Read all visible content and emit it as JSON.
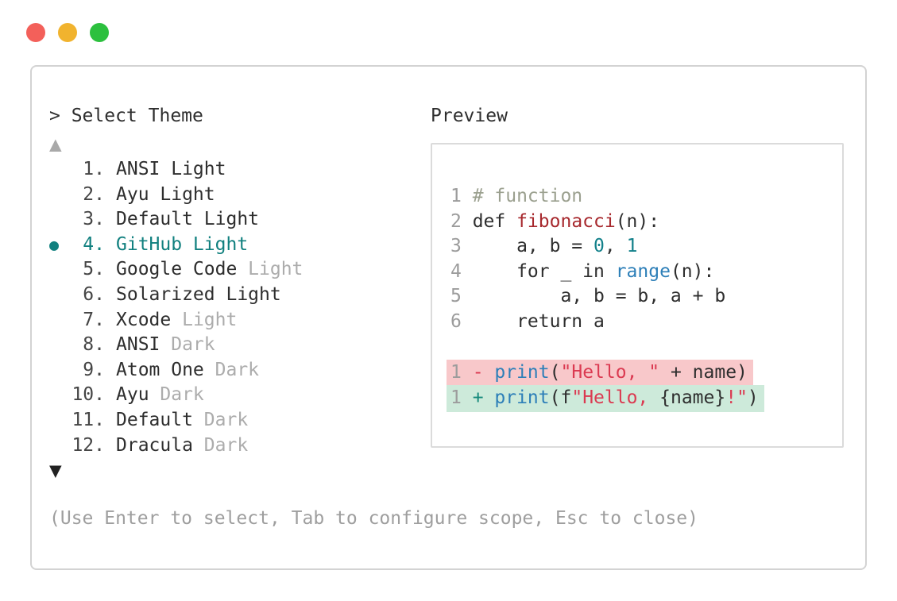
{
  "window_controls": {
    "lights": [
      {
        "name": "close",
        "color": "#f3605a"
      },
      {
        "name": "minimize",
        "color": "#f1b32e"
      },
      {
        "name": "zoom",
        "color": "#2cc03e"
      }
    ]
  },
  "selector": {
    "title": "> Select Theme",
    "scroll_up_symbol": "▲",
    "scroll_down_symbol": "▼",
    "selected_marker": "●",
    "items": [
      {
        "number": "1.",
        "selected": false,
        "segments": [
          {
            "text": "ANSI Light",
            "style": "normal"
          }
        ]
      },
      {
        "number": "2.",
        "selected": false,
        "segments": [
          {
            "text": "Ayu Light",
            "style": "normal"
          }
        ]
      },
      {
        "number": "3.",
        "selected": false,
        "segments": [
          {
            "text": "Default Light",
            "style": "normal"
          }
        ]
      },
      {
        "number": "4.",
        "selected": true,
        "segments": [
          {
            "text": "GitHub Light",
            "style": "selected"
          }
        ]
      },
      {
        "number": "5.",
        "selected": false,
        "segments": [
          {
            "text": "Google Code ",
            "style": "normal"
          },
          {
            "text": "Light",
            "style": "dim"
          }
        ]
      },
      {
        "number": "6.",
        "selected": false,
        "segments": [
          {
            "text": "Solarized Light",
            "style": "normal"
          }
        ]
      },
      {
        "number": "7.",
        "selected": false,
        "segments": [
          {
            "text": "Xcode ",
            "style": "normal"
          },
          {
            "text": "Light",
            "style": "dim"
          }
        ]
      },
      {
        "number": "8.",
        "selected": false,
        "segments": [
          {
            "text": "ANSI ",
            "style": "normal"
          },
          {
            "text": "Dark",
            "style": "dim"
          }
        ]
      },
      {
        "number": "9.",
        "selected": false,
        "segments": [
          {
            "text": "Atom One ",
            "style": "normal"
          },
          {
            "text": "Dark",
            "style": "dim"
          }
        ]
      },
      {
        "number": "10.",
        "selected": false,
        "segments": [
          {
            "text": "Ayu ",
            "style": "normal"
          },
          {
            "text": "Dark",
            "style": "dim"
          }
        ]
      },
      {
        "number": "11.",
        "selected": false,
        "segments": [
          {
            "text": "Default ",
            "style": "normal"
          },
          {
            "text": "Dark",
            "style": "dim"
          }
        ]
      },
      {
        "number": "12.",
        "selected": false,
        "segments": [
          {
            "text": "Dracula ",
            "style": "normal"
          },
          {
            "text": "Dark",
            "style": "dim"
          }
        ]
      }
    ],
    "footer": "(Use Enter to select, Tab to configure scope, Esc to close)"
  },
  "preview": {
    "label": "Preview",
    "code_lines": [
      {
        "num": "1",
        "bg": null,
        "segments": [
          {
            "text": "# function",
            "style": "comment"
          }
        ]
      },
      {
        "num": "2",
        "bg": null,
        "segments": [
          {
            "text": "def ",
            "style": "plain"
          },
          {
            "text": "fibonacci",
            "style": "func"
          },
          {
            "text": "(n):",
            "style": "plain"
          }
        ]
      },
      {
        "num": "3",
        "bg": null,
        "segments": [
          {
            "text": "    a, b = ",
            "style": "plain"
          },
          {
            "text": "0",
            "style": "number"
          },
          {
            "text": ", ",
            "style": "plain"
          },
          {
            "text": "1",
            "style": "number"
          }
        ]
      },
      {
        "num": "4",
        "bg": null,
        "segments": [
          {
            "text": "    for _ in ",
            "style": "plain"
          },
          {
            "text": "range",
            "style": "builtin"
          },
          {
            "text": "(n):",
            "style": "plain"
          }
        ]
      },
      {
        "num": "5",
        "bg": null,
        "segments": [
          {
            "text": "        a, b = b, a + b",
            "style": "plain"
          }
        ]
      },
      {
        "num": "6",
        "bg": null,
        "segments": [
          {
            "text": "    return a",
            "style": "plain"
          }
        ]
      },
      {
        "num": "",
        "bg": null,
        "segments": []
      },
      {
        "num": "1",
        "bg": "removed",
        "segments": [
          {
            "text": "- ",
            "style": "removed"
          },
          {
            "text": "print",
            "style": "builtin"
          },
          {
            "text": "(",
            "style": "plain"
          },
          {
            "text": "\"Hello, \"",
            "style": "string"
          },
          {
            "text": " + name)",
            "style": "plain"
          }
        ]
      },
      {
        "num": "1",
        "bg": "added",
        "segments": [
          {
            "text": "+ ",
            "style": "added"
          },
          {
            "text": "print",
            "style": "builtin"
          },
          {
            "text": "(f",
            "style": "plain"
          },
          {
            "text": "\"Hello, ",
            "style": "string"
          },
          {
            "text": "{name}",
            "style": "plain"
          },
          {
            "text": "!\"",
            "style": "string"
          },
          {
            "text": ")",
            "style": "plain"
          }
        ]
      }
    ]
  },
  "colors": {
    "selected_accent": "#11807f",
    "removed_bg": "#f8c8ca",
    "added_bg": "#cdeada",
    "dim_text": "#acacac",
    "dark_text": "#2e2e2e",
    "border": "#d3d3d3"
  }
}
